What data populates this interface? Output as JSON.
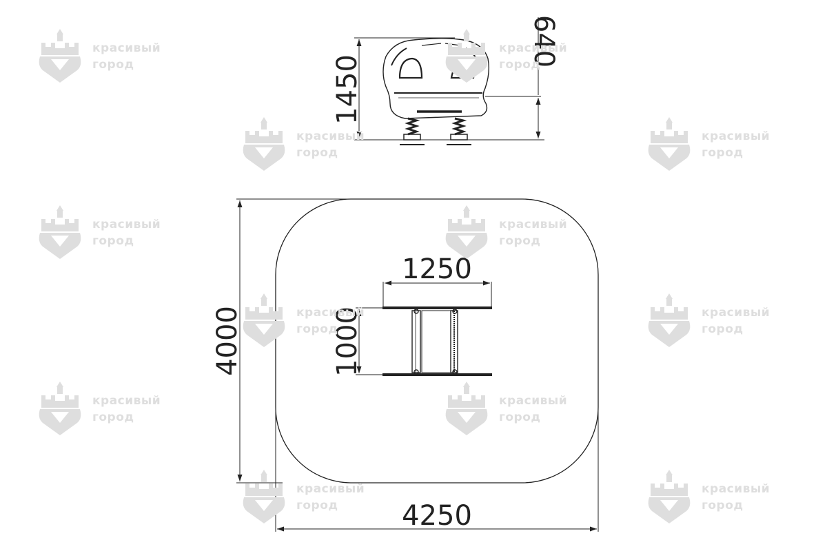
{
  "watermark": {
    "line1": "красивый",
    "line2": "город",
    "logo": "castle-heart-logo-icon",
    "color": "#dedede"
  },
  "dimensions": {
    "top_height": "1450",
    "top_seat_height": "640",
    "base_width": "1250",
    "base_depth": "1000",
    "zone_depth": "4000",
    "zone_width": "4250"
  },
  "colors": {
    "line": "#222222",
    "watermark": "#dedede"
  }
}
